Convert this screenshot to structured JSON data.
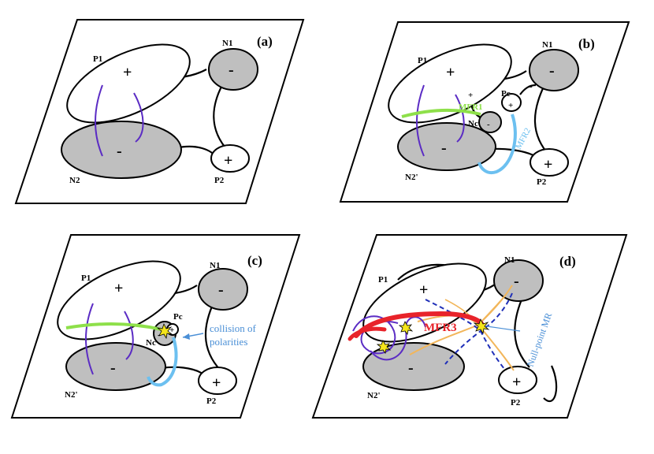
{
  "panels": {
    "a": {
      "label": "(a)",
      "P1": "P1",
      "N1": "N1",
      "N2": "N2",
      "P2": "P2",
      "plus": "+",
      "minus": "-"
    },
    "b": {
      "label": "(b)",
      "P1": "P1",
      "N1": "N1",
      "N2": "N2'",
      "P2": "P2",
      "Pc": "Pc",
      "Nc": "Nc",
      "mfr1": "MFR1",
      "mfr2": "MFR2",
      "plus": "+",
      "minus": "-"
    },
    "c": {
      "label": "(c)",
      "P1": "P1",
      "N1": "N1",
      "N2": "N2'",
      "P2": "P2",
      "Pc": "Pc",
      "Nc": "Nc",
      "annotation_line1": "collision of",
      "annotation_line2": "polarities",
      "plus": "+",
      "minus": "-"
    },
    "d": {
      "label": "(d)",
      "P1": "P1",
      "N1": "N1",
      "N2": "N2'",
      "P2": "P2",
      "mfr3": "MFR3",
      "null_point": "Null-point MR",
      "plus": "+",
      "minus": "-"
    }
  },
  "colors": {
    "negative_region": "#bfbfbf",
    "purple_loops": "#5b2cc4",
    "mfr1_green": "#8ee04a",
    "mfr2_blue": "#6cc0f0",
    "mfr3_red": "#e8232a",
    "separatrix_orange": "#f2b65a",
    "null_dash_blue": "#1f2fb8",
    "annotation_blue": "#4a8fd6",
    "spark_yellow": "#f5e51b"
  }
}
